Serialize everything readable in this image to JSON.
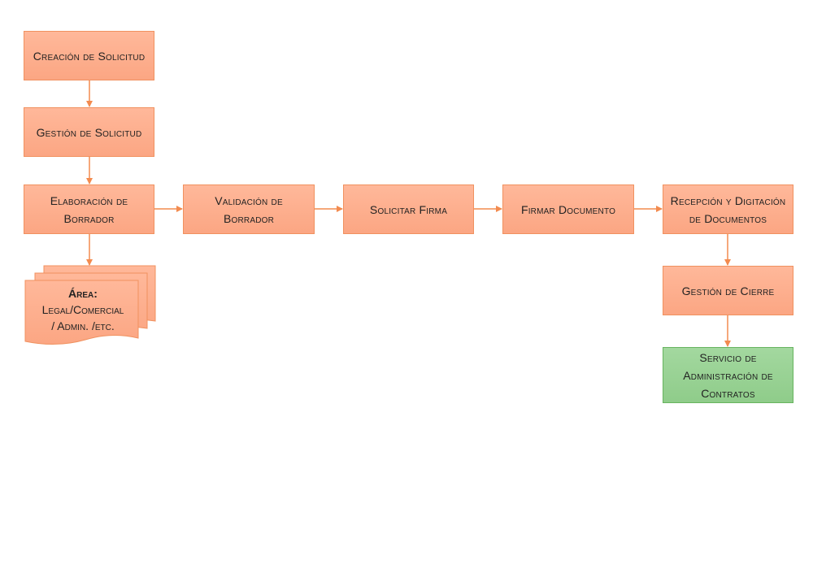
{
  "colors": {
    "box_fill": "#fba683",
    "box_border": "#f0915f",
    "arrow": "#f38b4f",
    "final_fill": "#8fcc8a",
    "final_border": "#67b45f"
  },
  "steps": {
    "creacion": "Creación de Solicitud",
    "gestion": "Gestión de Solicitud",
    "elaboracion": "Elaboración de Borrador",
    "validacion": "Validación de Borrador",
    "solicitar_firma": "Solicitar Firma",
    "firmar": "Firmar Documento",
    "recepcion": "Recepción y Digitación de Documentos",
    "cierre": "Gestión de Cierre",
    "servicio": "Servicio de Administración de Contratos"
  },
  "area_doc": {
    "title": "Área:",
    "line1": "Legal/Comercial",
    "line2": "/ Admin. /etc."
  }
}
